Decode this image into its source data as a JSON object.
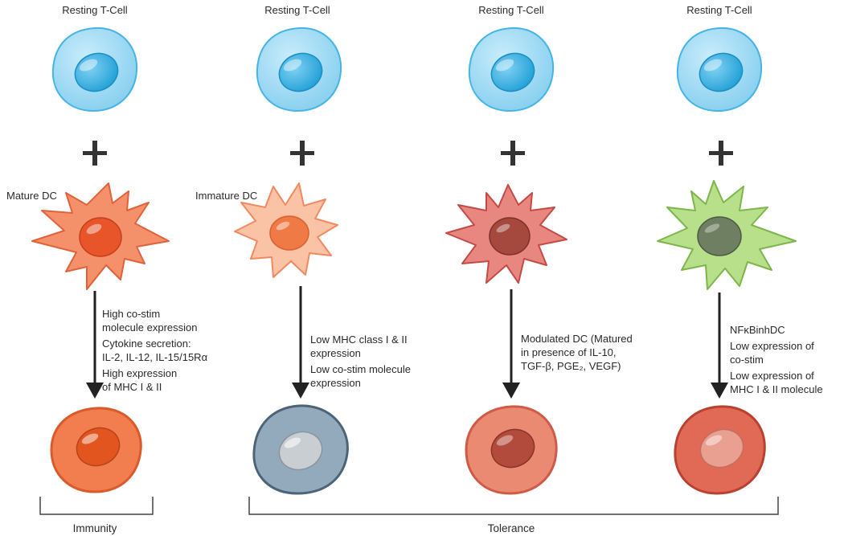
{
  "colors": {
    "tcell_outer": "#8fd3f0",
    "tcell_nucleus": "#38b0e0",
    "arrow": "#222222",
    "bracket": "#444444"
  },
  "columns": [
    {
      "id": "mature",
      "tcell_label": "Resting T-Cell",
      "dc_label": "Mature DC",
      "dc_colors": {
        "body": "#f5916a",
        "edge": "#e0623b",
        "nucleus": "#e8552a",
        "nucleus_edge": "#c2401a"
      },
      "arrow_text": [
        "High co-stim",
        "molecule expression",
        "Cytokine secretion:",
        "IL-2, IL-12, IL-15/15Rα",
        "High expression",
        "of MHC I & II"
      ],
      "result_colors": {
        "body": "#f27d4e",
        "edge": "#d95a2a",
        "nucleus": "#e2551f",
        "nucleus_edge": "#b9421a"
      }
    },
    {
      "id": "immature",
      "tcell_label": "Resting T-Cell",
      "dc_label": "Immature DC",
      "dc_colors": {
        "body": "#fbc3a6",
        "edge": "#f0895f",
        "nucleus": "#ef7a45",
        "nucleus_edge": "#d8602c"
      },
      "arrow_text": [
        "Low MHC class I & II",
        "expression",
        "Low co-stim molecule",
        "expression"
      ],
      "result_colors": {
        "body": "#93a9bc",
        "edge": "#4c6378",
        "nucleus": "#c9ced3",
        "nucleus_edge": "#8d949a"
      }
    },
    {
      "id": "modulated",
      "tcell_label": "Resting T-Cell",
      "dc_label": "",
      "dc_colors": {
        "body": "#e88780",
        "edge": "#c44a45",
        "nucleus": "#a5483e",
        "nucleus_edge": "#803029"
      },
      "arrow_text": [
        "Modulated DC (Matured",
        "in presence of IL-10,",
        "TGF-β, PGE₂, VEGF)"
      ],
      "result_colors": {
        "body": "#ea8a72",
        "edge": "#cf5a45",
        "nucleus": "#b34b3c",
        "nucleus_edge": "#8a3328"
      }
    },
    {
      "id": "nfkb",
      "tcell_label": "Resting T-Cell",
      "dc_label": "",
      "dc_colors": {
        "body": "#b8df8a",
        "edge": "#7db64a",
        "nucleus": "#6f7f62",
        "nucleus_edge": "#4d5a43"
      },
      "arrow_text": [
        "NFκBinhDC",
        "Low expression of",
        "co-stim",
        "Low expression of",
        "MHC I & II molecule"
      ],
      "result_colors": {
        "body": "#e06a55",
        "edge": "#b8412f",
        "nucleus": "#e9a090",
        "nucleus_edge": "#c0705f"
      }
    }
  ],
  "outcomes": [
    {
      "label": "Immunity"
    },
    {
      "label": "Tolerance"
    }
  ]
}
